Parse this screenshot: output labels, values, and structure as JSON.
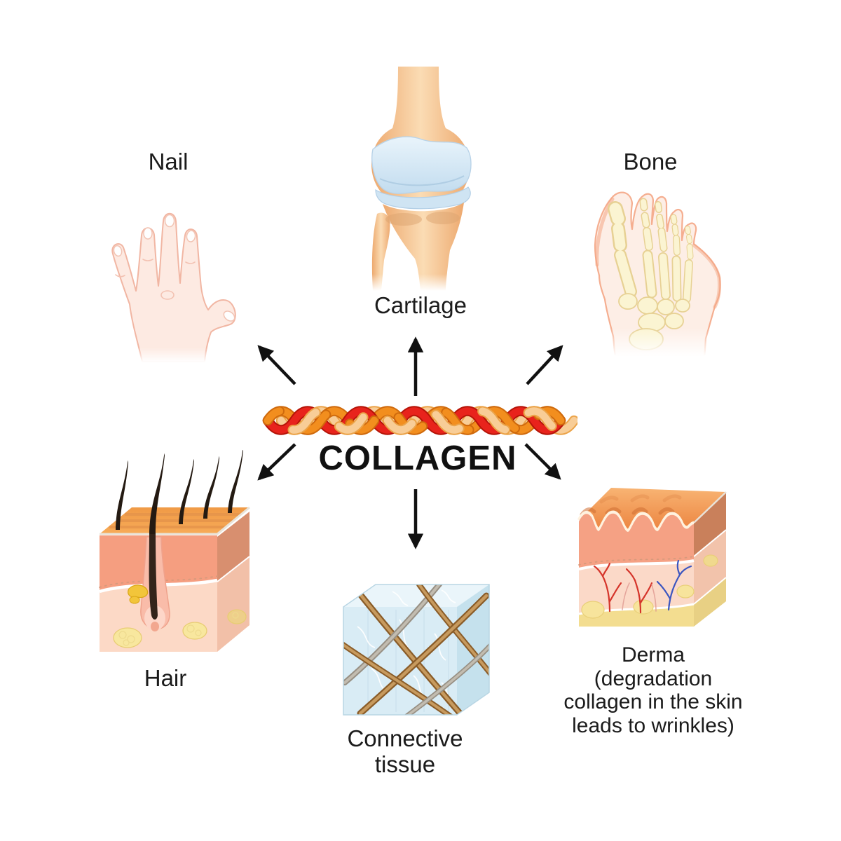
{
  "diagram": {
    "center_label": "COLLAGEN",
    "nodes": {
      "nail": {
        "label": "Nail"
      },
      "cartilage": {
        "label": "Cartilage"
      },
      "bone": {
        "label": "Bone"
      },
      "hair": {
        "label": "Hair"
      },
      "connective_tissue": {
        "label": "Connective\ntissue"
      },
      "derma": {
        "label": "Derma\n(degradation\ncollagen in the skin\nleads to wrinkles)"
      }
    },
    "icons": [
      "collagen-fiber-icon",
      "nail-hand-icon",
      "cartilage-knee-icon",
      "bone-foot-icon",
      "hair-skin-icon",
      "connective-tissue-icon",
      "derma-skin-icon",
      "arrow-icon"
    ],
    "colors": {
      "text": "#1b1b1b",
      "arrow": "#111111",
      "braid_red": "#e8231c",
      "braid_orange": "#f28e1e",
      "braid_cream": "#f8cd97",
      "skin_light": "#fdeae2",
      "cartilage_blue": "#d8eaf6",
      "bone_tan": "#f3bb88",
      "bone_pale_yellow": "#fbf4d2",
      "epidermis_orange": "#f5a54f",
      "dermis_salmon": "#f59e80",
      "subcutis_pink": "#fcd9c6",
      "fat_yellow": "#f8e79e",
      "tissue_blue": "#d9ecf5",
      "fiber_brown": "#9a6a33",
      "vessel_red": "#d5342a",
      "vessel_blue": "#3a55c0"
    }
  }
}
